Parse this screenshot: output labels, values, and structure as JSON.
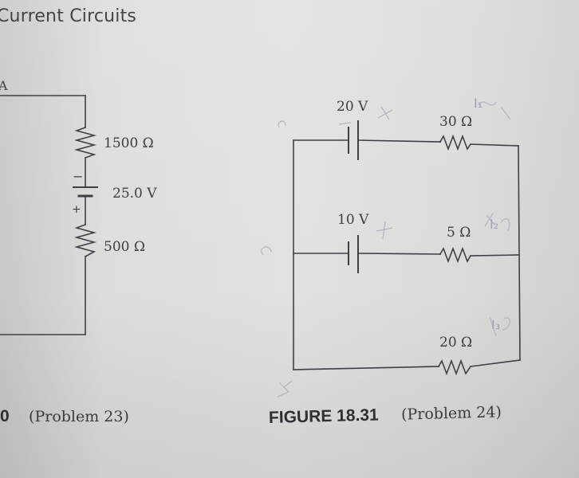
{
  "header": {
    "title": "Current Circuits"
  },
  "left_figure": {
    "corner_label": "A",
    "resistor_top": "1500 Ω",
    "battery": "25.0 V",
    "battery_minus": "−",
    "battery_plus": "+",
    "resistor_bottom": "500 Ω",
    "caption_number": "0",
    "caption_problem": "(Problem 23)"
  },
  "right_figure": {
    "battery_top": "20 V",
    "resistor_top": "30 Ω",
    "battery_mid": "10 V",
    "resistor_mid": "5 Ω",
    "resistor_bottom": "20 Ω",
    "caption_label": "FIGURE 18.31",
    "caption_problem": "(Problem 24)"
  },
  "handwriting": {
    "i1": "I₁",
    "i2": "I₂",
    "i3": "I₃"
  }
}
